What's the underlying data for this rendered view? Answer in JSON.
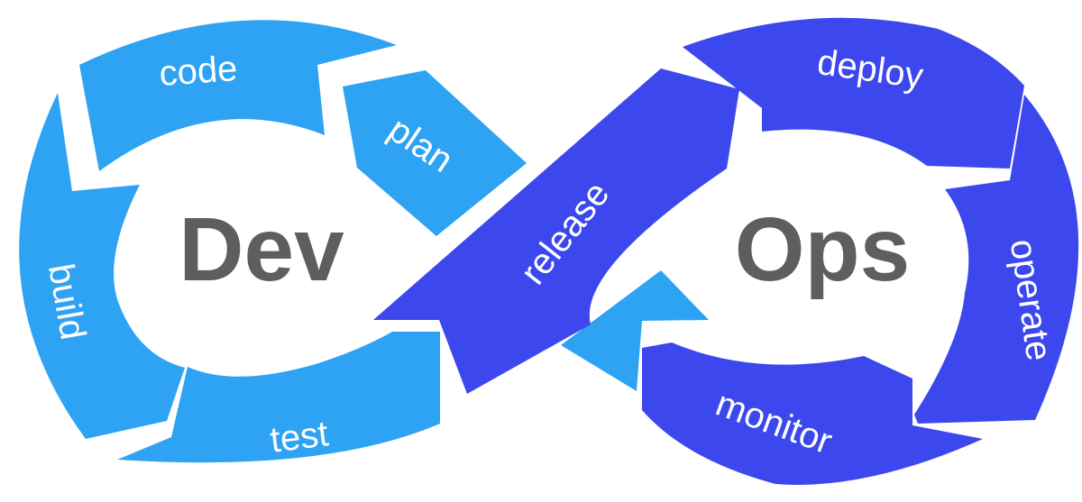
{
  "colors": {
    "dev": "#2fa3f3",
    "ops": "#3c47ee",
    "center_text": "#5e5e5e",
    "label_text": "#ffffff",
    "background": "#ffffff"
  },
  "center": {
    "dev": "Dev",
    "ops": "Ops"
  },
  "stages": {
    "code": "code",
    "plan": "plan",
    "build": "build",
    "test": "test",
    "release": "release",
    "deploy": "deploy",
    "operate": "operate",
    "monitor": "monitor"
  }
}
